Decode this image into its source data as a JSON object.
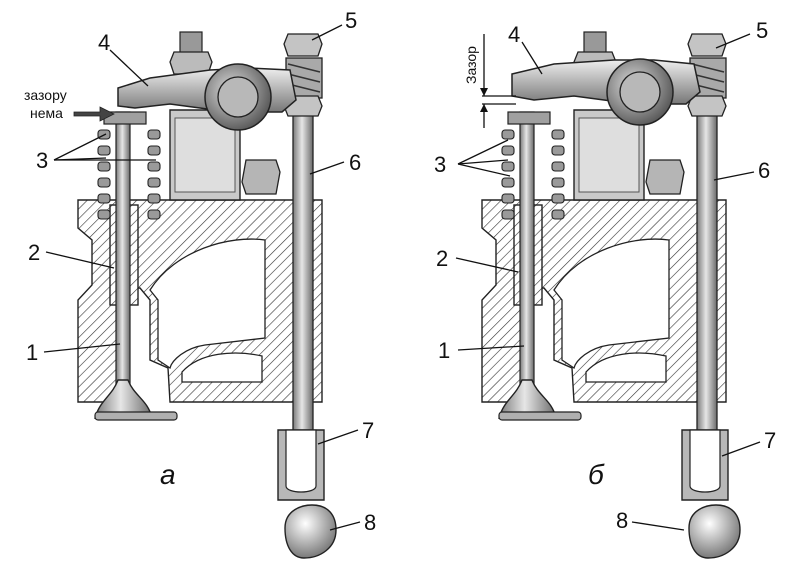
{
  "diagrams": [
    {
      "id": "a",
      "caption": "а",
      "note_line1": "зазору",
      "note_line2": "нема",
      "callouts": [
        "1",
        "2",
        "3",
        "4",
        "5",
        "6",
        "7",
        "8"
      ]
    },
    {
      "id": "b",
      "caption": "б",
      "gap_label": "Зазор",
      "callouts": [
        "1",
        "2",
        "3",
        "4",
        "5",
        "6",
        "7",
        "8"
      ]
    }
  ],
  "colors": {
    "metal_light": "#d9d9d9",
    "metal_mid": "#a8a8a8",
    "metal_dark": "#5a5a5a",
    "line": "#111111"
  }
}
